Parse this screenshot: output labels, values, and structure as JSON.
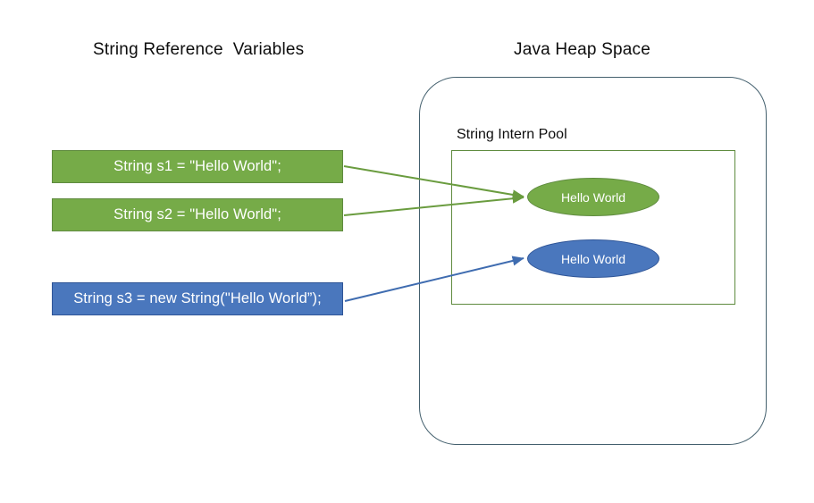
{
  "diagram": {
    "headings": {
      "left": "String Reference  Variables",
      "right": "Java Heap Space"
    },
    "heap": {
      "pool_label": "String Intern Pool",
      "objects": [
        {
          "id": "interned",
          "label": "Hello World",
          "color": "#76ab48",
          "shape": "ellipse"
        },
        {
          "id": "new",
          "label": "Hello World",
          "color": "#4a77bd",
          "shape": "ellipse"
        }
      ]
    },
    "variables": [
      {
        "id": "s1",
        "label": "String s1 = \"Hello World\";",
        "color": "#76ab48",
        "points_to": "interned"
      },
      {
        "id": "s2",
        "label": "String s2 = \"Hello World\";",
        "color": "#76ab48",
        "points_to": "interned"
      },
      {
        "id": "s3",
        "label": "String s3 = new String(\"Hello World”);",
        "color": "#4a77bd",
        "points_to": "new"
      }
    ],
    "colors": {
      "green": "#76ab48",
      "green_stroke": "#5f8b3f",
      "blue": "#4a77bd",
      "blue_stroke": "#2f5597",
      "heap_stroke": "#44606e",
      "text_dark": "#0d0d0d",
      "text_light": "#ffffff",
      "background": "#ffffff"
    }
  }
}
